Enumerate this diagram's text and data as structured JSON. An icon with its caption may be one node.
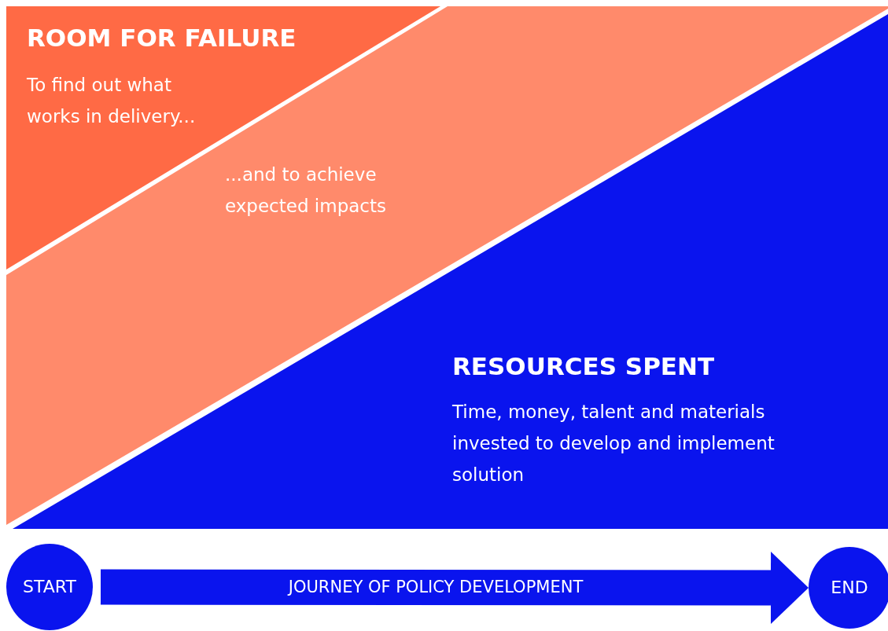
{
  "diagram": {
    "nodes": [
      {
        "text": [
          "ROOM FOR FAILURE",
          "To find out what works in delivery..."
        ]
      },
      {
        "text": [
          "...and to achieve expected impacts"
        ]
      },
      {
        "text": [
          "RESOURCES SPENT",
          "Time, money, talent and materials invested to develop and implement solution"
        ]
      },
      {
        "text": [
          "START"
        ]
      },
      {
        "text": [
          "END"
        ]
      }
    ],
    "edges": [
      {
        "from": 3,
        "to": 4,
        "arrow": "to",
        "label": "JOURNEY OF POLICY DEVELOPMENT"
      }
    ]
  }
}
